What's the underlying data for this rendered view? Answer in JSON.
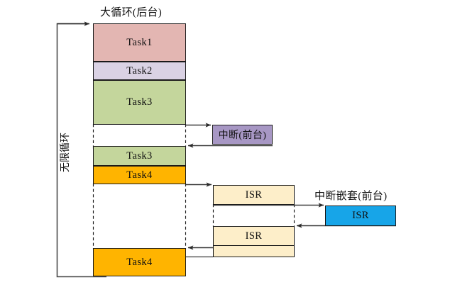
{
  "diagram": {
    "title_background": "大循环(后台)",
    "loop_label": "无限循环",
    "foreground_label": "中断(前台)",
    "nested_label": "中断嵌套(前台)",
    "colors": {
      "task1": "#e3b6b2",
      "task2": "#dad2e4",
      "task3": "#c4d69c",
      "task4": "#ffb400",
      "interrupt": "#a797c4",
      "isr": "#fdeec9",
      "nested_isr": "#17a5e8",
      "stroke": "#1a1a1a",
      "arrow": "#3a3a3a"
    },
    "background_column": {
      "blocks": [
        {
          "label": "Task1",
          "color_key": "task1"
        },
        {
          "label": "Task2",
          "color_key": "task2"
        },
        {
          "label": "Task3",
          "color_key": "task3"
        },
        {
          "label": "Task3",
          "color_key": "task3"
        },
        {
          "label": "Task4",
          "color_key": "task4"
        },
        {
          "label": "Task4",
          "color_key": "task4"
        }
      ]
    },
    "foreground_blocks": [
      {
        "label": "中断(前台)",
        "color_key": "interrupt"
      }
    ],
    "isr_blocks": [
      {
        "label": "ISR",
        "color_key": "isr"
      },
      {
        "label": "ISR",
        "color_key": "isr"
      }
    ],
    "nested_isr_blocks": [
      {
        "label": "ISR",
        "color_key": "nested_isr"
      }
    ]
  }
}
